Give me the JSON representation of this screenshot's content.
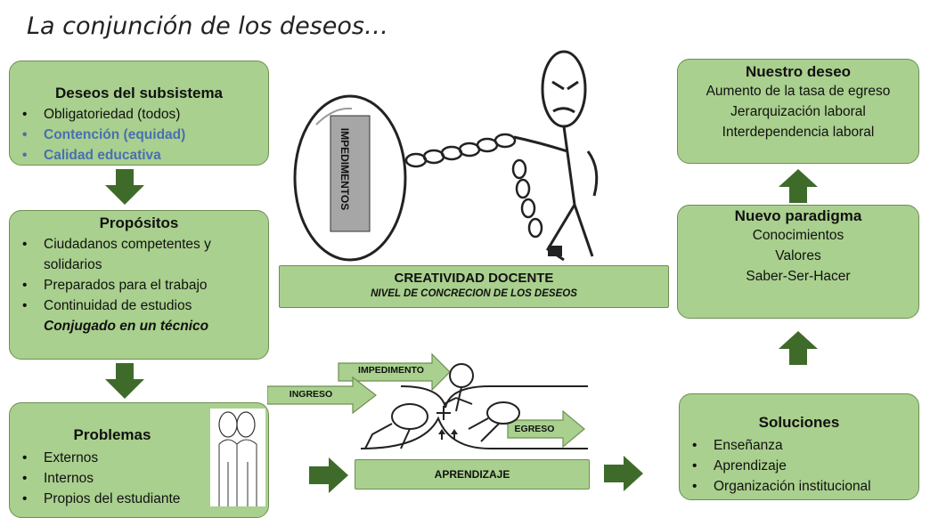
{
  "title": "La conjunción de los deseos…",
  "deseos": {
    "heading": "Deseos del subsistema",
    "items": [
      {
        "text": "Obligatoriedad (todos)",
        "blue": false
      },
      {
        "text": "Contención (equidad)",
        "blue": true
      },
      {
        "text": "Calidad educativa",
        "blue": true
      }
    ]
  },
  "propositos": {
    "heading": "Propósitos",
    "items": [
      "Ciudadanos competentes y solidarios",
      "Preparados para el trabajo",
      "Continuidad de estudios"
    ],
    "note": "Conjugado en un técnico"
  },
  "problemas": {
    "heading": "Problemas",
    "items": [
      "Externos",
      "Internos",
      "Propios del estudiante"
    ]
  },
  "center": {
    "ball_label": "IMPEDIMENTOS",
    "creatividad_title": "CREATIVIDAD DOCENTE",
    "creatividad_sub": "NIVEL DE CONCRECION DE LOS DESEOS",
    "impedimento": "IMPEDIMENTO",
    "ingreso": "INGRESO",
    "egreso": "EGRESO",
    "aprendizaje": "APRENDIZAJE"
  },
  "nuestro_deseo": {
    "heading": "Nuestro deseo",
    "lines": [
      "Aumento de la tasa de egreso",
      "Jerarquización laboral",
      "Interdependencia laboral"
    ]
  },
  "nuevo_paradigma": {
    "heading": "Nuevo paradigma",
    "lines": [
      "Conocimientos",
      "Valores",
      "Saber-Ser-Hacer"
    ]
  },
  "soluciones": {
    "heading": "Soluciones",
    "items": [
      "Enseñanza",
      "Aprendizaje",
      "Organización institucional"
    ]
  },
  "colors": {
    "box_fill": "#a9d08e",
    "box_border": "#6e8f52",
    "arrow": "#3f6b2a",
    "blue_text": "#4a6fb0"
  }
}
